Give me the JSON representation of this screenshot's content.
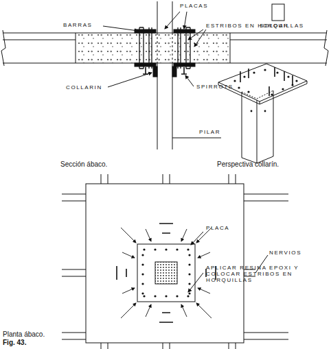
{
  "diagram": {
    "caption": "Fig. 43.",
    "labels": [
      "PLACAS",
      "BARRAS",
      "ESTRIBOS EN HORQUILLAS",
      "SOLDAR",
      "COLLARIN",
      "SPIRROTS",
      "PILAR",
      "Sección ábaco.",
      "Perspectiva collarín.",
      "PLACA",
      "NERVIOS",
      "APLICAR RESINA EPOXI Y COLOCAR ESTRIBOS EN HORQUILLAS",
      "Planta ábaco."
    ]
  }
}
